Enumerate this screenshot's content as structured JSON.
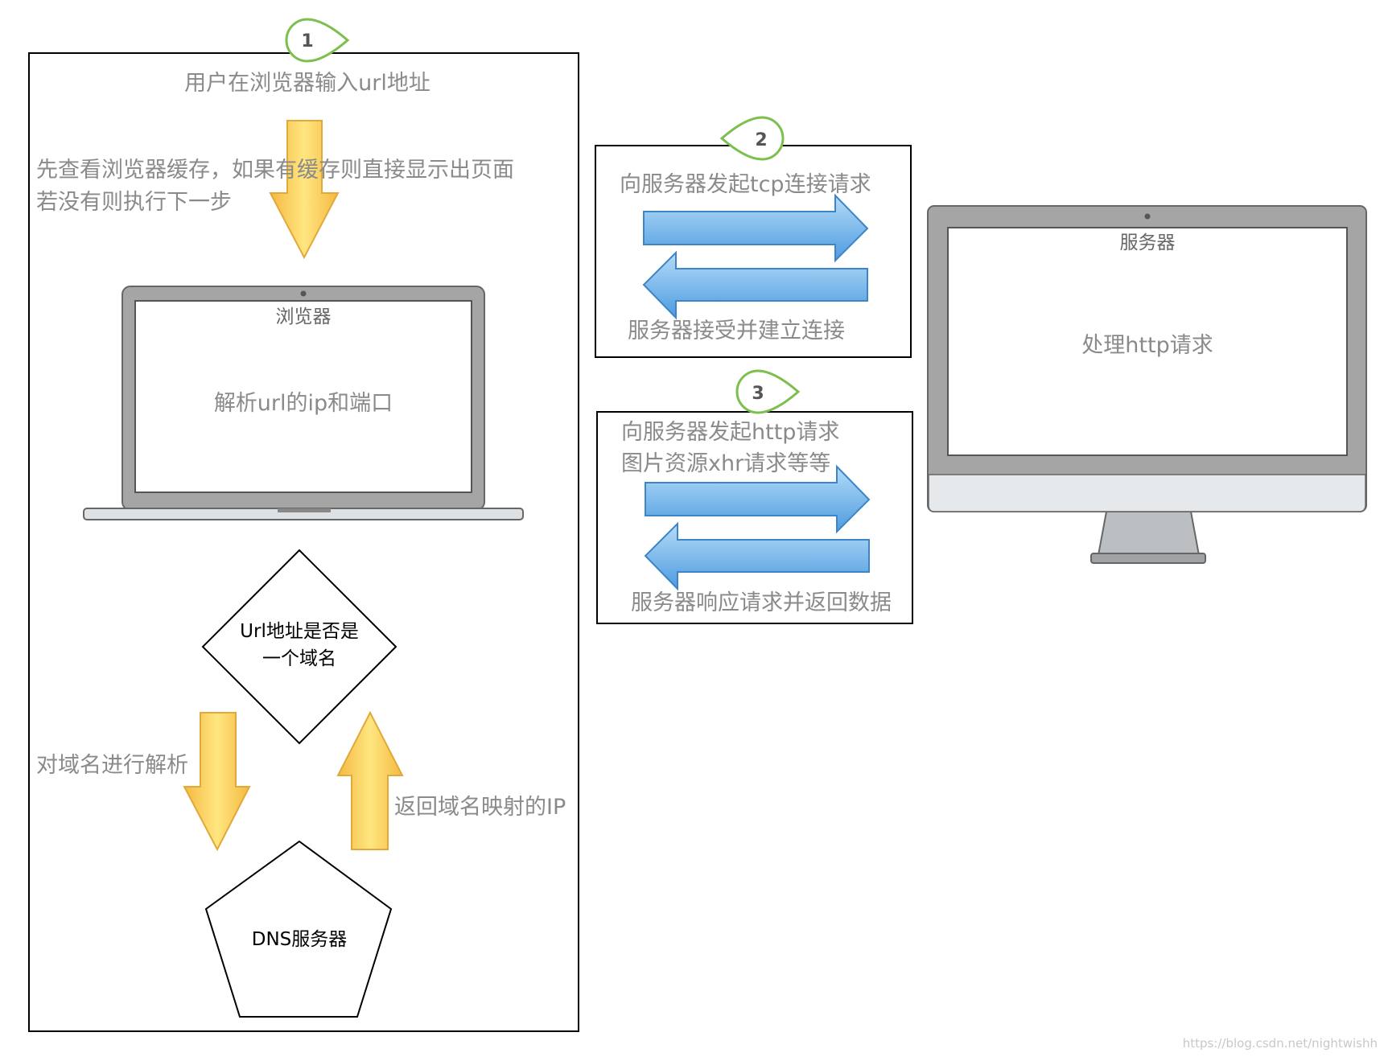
{
  "step_badges": {
    "step1": "1",
    "step2": "2",
    "step3": "3"
  },
  "browser_section": {
    "user_input_text": "用户在浏览器输入url地址",
    "cache_check_line1": "先查看浏览器缓存，如果有缓存则直接显示出页面",
    "cache_check_line2": "若没有则执行下一步",
    "laptop_title": "浏览器",
    "laptop_content": "解析url的ip和端口",
    "decision_line1": "Url地址是否是",
    "decision_line2": "一个域名",
    "resolve_label": "对域名进行解析",
    "return_ip_label": "返回域名映射的IP",
    "dns_label": "DNS服务器"
  },
  "tcp_section": {
    "request_label": "向服务器发起tcp连接请求",
    "response_label": "服务器接受并建立连接"
  },
  "http_section": {
    "request_line1": "向服务器发起http请求",
    "request_line2": "图片资源xhr请求等等",
    "response_label": "服务器响应请求并返回数据"
  },
  "server": {
    "title": "服务器",
    "content": "处理http请求"
  },
  "watermark": "https://blog.csdn.net/nightwishh",
  "colors": {
    "badge_stroke": "#7dbf4d",
    "yellow_arrow_top": "#ffe680",
    "yellow_arrow_bottom": "#f4b942",
    "blue_arrow_top": "#a8d4f5",
    "blue_arrow_bottom": "#4d9be0",
    "label_gray": "#8a8a8a"
  }
}
